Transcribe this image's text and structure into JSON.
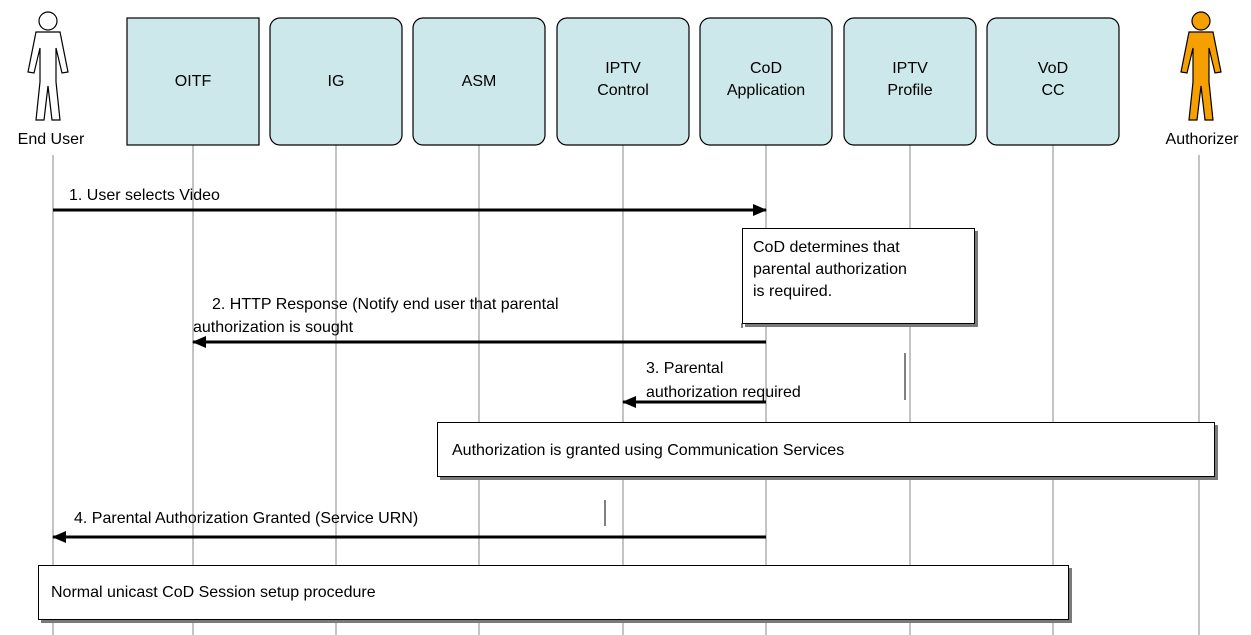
{
  "actors": {
    "end_user": "End User",
    "authorizer": "Authorizer"
  },
  "participants": [
    {
      "id": "oitf",
      "label": "OITF"
    },
    {
      "id": "ig",
      "label": "IG"
    },
    {
      "id": "asm",
      "label": "ASM"
    },
    {
      "id": "iptv-control",
      "label": "IPTV\nControl"
    },
    {
      "id": "cod-application",
      "label": "CoD\nApplication"
    },
    {
      "id": "iptv-profile",
      "label": "IPTV\nProfile"
    },
    {
      "id": "vod-cc",
      "label": "VoD\nCC"
    }
  ],
  "messages": {
    "m1": "1. User selects Video",
    "m2_line1": "2. HTTP Response (Notify end user that parental",
    "m2_line2": "authorization is sought",
    "m3_line1": "3. Parental",
    "m3_line2": "authorization required",
    "m4": "4. Parental Authorization Granted (Service URN)"
  },
  "notes": {
    "cod_determines": "CoD determines that\nparental authorization\nis required.",
    "auth_granted": "Authorization is granted using Communication Services",
    "normal_setup": "Normal unicast CoD Session setup procedure"
  },
  "colors": {
    "participant_fill": "#cde8ea",
    "lifeline": "#b0b0b0",
    "authorizer_fill": "#f5a000",
    "note_shadow": "#7a7a7a"
  }
}
